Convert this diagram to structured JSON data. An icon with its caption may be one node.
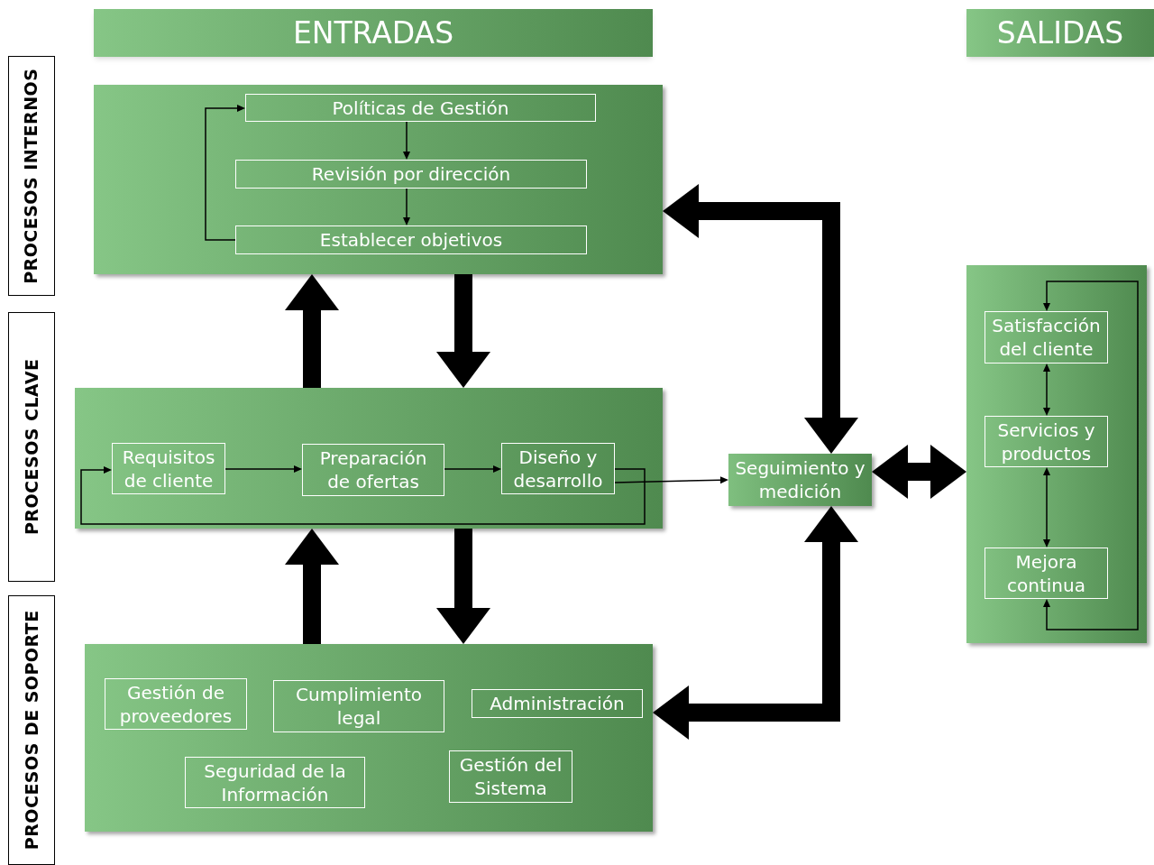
{
  "diagram": {
    "nodes": [
      {
        "text": [
          "ENTRADAS"
        ]
      },
      {
        "text": [
          "SALIDAS"
        ]
      },
      {
        "text": [
          "PROCESOS INTERNOS"
        ]
      },
      {
        "text": [
          "PROCESOS CLAVE"
        ]
      },
      {
        "text": [
          "PROCESOS DE SOPORTE"
        ]
      },
      {
        "text": [],
        "shape": "box"
      },
      {
        "text": [
          "Políticas de Gestión"
        ],
        "in": 5
      },
      {
        "text": [
          "Revisión por dirección"
        ],
        "in": 5
      },
      {
        "text": [
          "Establecer objetivos"
        ],
        "in": 5
      },
      {
        "text": [],
        "shape": "box"
      },
      {
        "text": [
          "Requisitos de cliente"
        ],
        "in": 9
      },
      {
        "text": [
          "Preparación de ofertas"
        ],
        "in": 9
      },
      {
        "text": [
          "Diseño y desarrollo"
        ],
        "in": 9
      },
      {
        "text": [
          "Seguimiento y medición"
        ]
      },
      {
        "text": [],
        "shape": "box"
      },
      {
        "text": [
          "Gestión de proveedores"
        ],
        "in": 14
      },
      {
        "text": [
          "Cumplimiento legal"
        ],
        "in": 14
      },
      {
        "text": [
          "Administración"
        ],
        "in": 14
      },
      {
        "text": [
          "Seguridad de la Información"
        ],
        "in": 14
      },
      {
        "text": [
          "Gestión del Sistema"
        ],
        "in": 14
      },
      {
        "text": [],
        "shape": "box"
      },
      {
        "text": [
          "Satisfacción del cliente"
        ],
        "in": 20
      },
      {
        "text": [
          "Servicios y productos"
        ],
        "in": 20
      },
      {
        "text": [
          "Mejora continua"
        ],
        "in": 20
      }
    ],
    "edges": [
      {
        "from": 6,
        "to": 7,
        "arrow": "to"
      },
      {
        "from": 7,
        "to": 8,
        "arrow": "to"
      },
      {
        "from": 8,
        "to": 6,
        "arrow": "to"
      },
      {
        "from": 10,
        "to": 11,
        "arrow": "to"
      },
      {
        "from": 11,
        "to": 12,
        "arrow": "to"
      },
      {
        "from": 12,
        "to": 10,
        "arrow": "to"
      },
      {
        "from": 12,
        "to": 13,
        "arrow": "to"
      },
      {
        "from": 9,
        "to": 5,
        "arrow": "to",
        "style": "thick"
      },
      {
        "from": 5,
        "to": 9,
        "arrow": "to",
        "style": "thick"
      },
      {
        "from": 14,
        "to": 9,
        "arrow": "to",
        "style": "thick"
      },
      {
        "from": 9,
        "to": 14,
        "arrow": "to",
        "style": "thick"
      },
      {
        "from": 5,
        "to": 13,
        "arrow": "both",
        "style": "thick"
      },
      {
        "from": 13,
        "to": 14,
        "arrow": "both",
        "style": "thick"
      },
      {
        "from": 13,
        "to": 20,
        "arrow": "both",
        "style": "thick"
      },
      {
        "from": 21,
        "to": 22,
        "arrow": "both"
      },
      {
        "from": 22,
        "to": 23,
        "arrow": "both"
      },
      {
        "from": 23,
        "to": 21,
        "arrow": "both"
      }
    ]
  }
}
